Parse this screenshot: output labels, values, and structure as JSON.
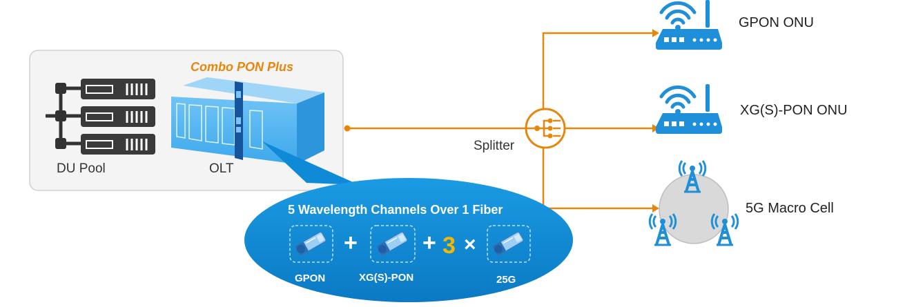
{
  "olt_panel": {
    "product_name": "Combo PON Plus",
    "du_pool_label": "DU Pool",
    "olt_label": "OLT"
  },
  "splitter": {
    "label": "Splitter"
  },
  "endpoints": {
    "gpon_onu": "GPON ONU",
    "xgs_pon_onu": "XG(S)-PON ONU",
    "macro_cell": "5G Macro Cell"
  },
  "bubble": {
    "title": "5 Wavelength Channels Over 1 Fiber",
    "modules": [
      {
        "label": "GPON"
      },
      {
        "label": "XG(S)-PON"
      },
      {
        "label": "25G"
      }
    ],
    "multiplier": "3",
    "plus_symbol": "+",
    "times_symbol": "×"
  },
  "colors": {
    "fiber": "#E8860C",
    "device_blue": "#1E8FD8",
    "bubble_blue": "#0E8AD6",
    "accent_yellow": "#F5B800",
    "panel_bg": "#F4F4F4",
    "cell_gray": "#D9D9D9"
  }
}
